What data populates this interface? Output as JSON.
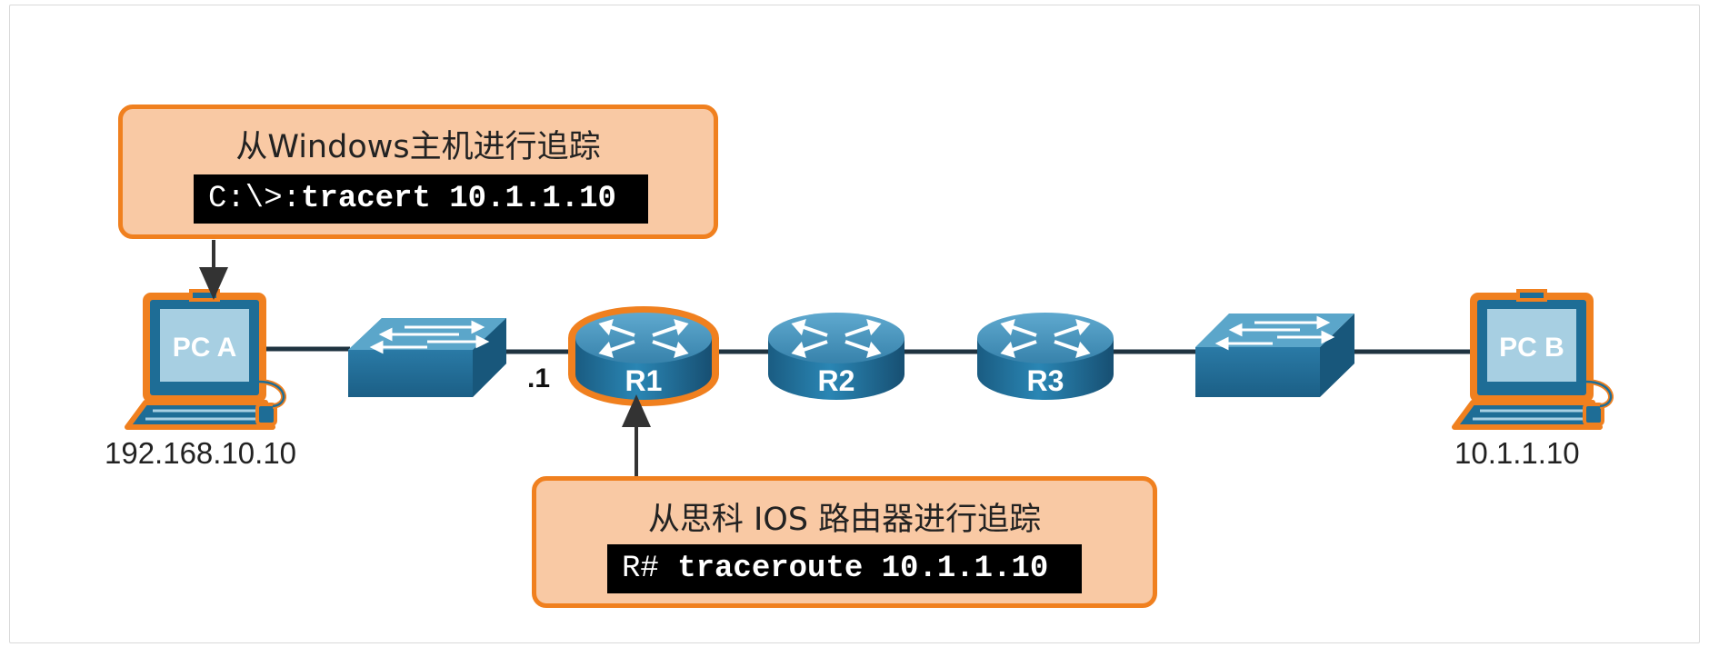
{
  "colors": {
    "callout_fill": "#f9c9a4",
    "callout_border": "#f0801f",
    "device_blue": "#1e6d96",
    "link_line": "#1f3340",
    "arrow": "#333333"
  },
  "callouts": {
    "windows": {
      "title": "从Windows主机进行追踪",
      "prompt": "C:\\>:",
      "command": "tracert 10.1.1.10"
    },
    "cisco": {
      "title": "从思科 IOS 路由器进行追踪",
      "prompt": "R# ",
      "command": "traceroute 10.1.1.10"
    }
  },
  "devices": {
    "pc_a": {
      "label": "PC A",
      "ip": "192.168.10.10"
    },
    "pc_b": {
      "label": "PC B",
      "ip": "10.1.1.10"
    },
    "r1": {
      "label": "R1",
      "interface": ".1"
    },
    "r2": {
      "label": "R2"
    },
    "r3": {
      "label": "R3"
    }
  }
}
